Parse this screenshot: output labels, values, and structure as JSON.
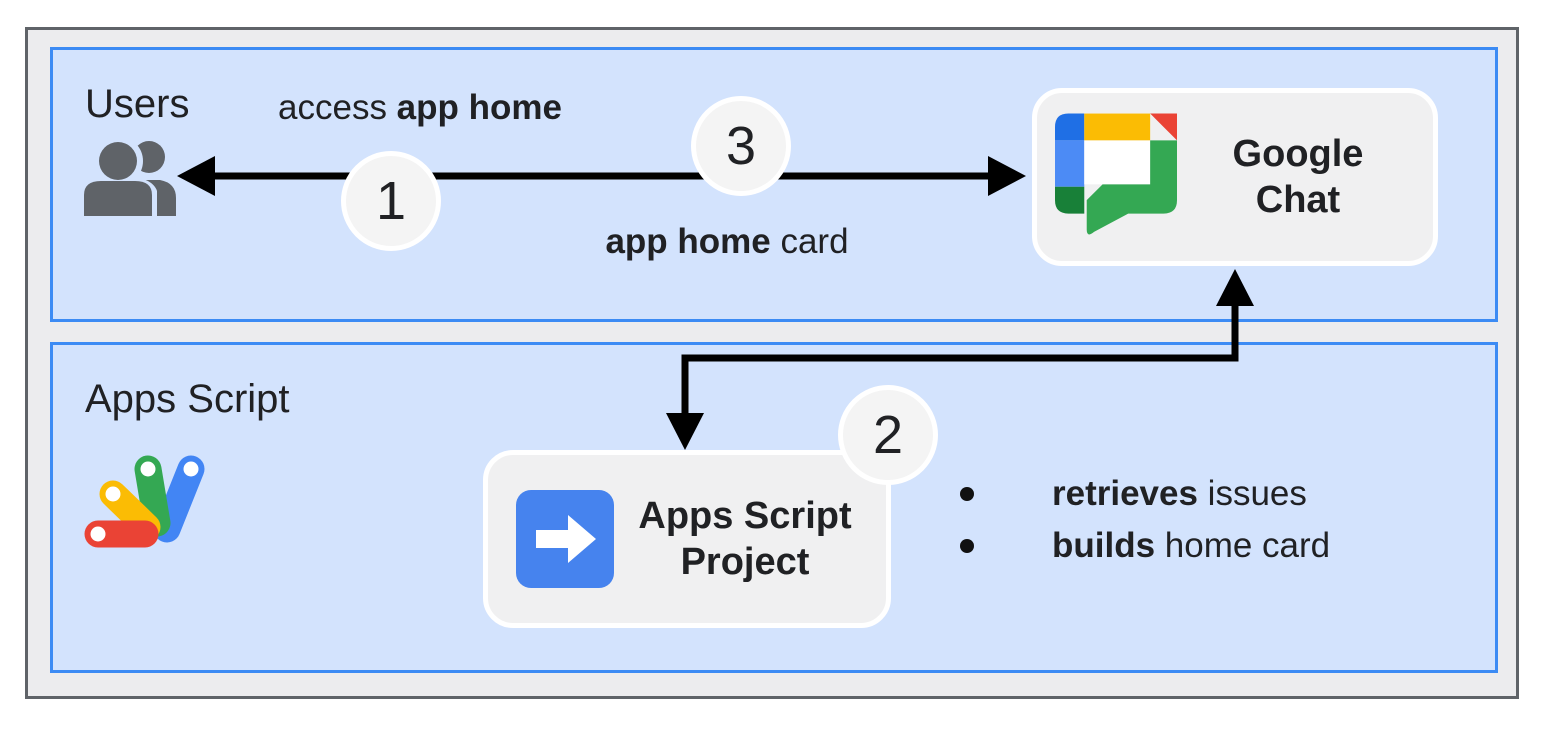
{
  "sections": {
    "users": {
      "label": "Users"
    },
    "apps_script": {
      "label": "Apps Script"
    }
  },
  "nodes": {
    "google_chat": {
      "line1": "Google",
      "line2": "Chat"
    },
    "project": {
      "line1": "Apps Script",
      "line2": "Project"
    }
  },
  "steps": {
    "s1": "1",
    "s2": "2",
    "s3": "3"
  },
  "edge_labels": {
    "access_prefix": "access ",
    "access_bold": "app home",
    "card_bold": "app home",
    "card_suffix": " card"
  },
  "bullets": [
    {
      "bold": "retrieves",
      "rest": " issues"
    },
    {
      "bold": "builds",
      "rest": " home card"
    }
  ],
  "icons": {
    "users": "users-icon",
    "apps_script_logo": "apps-script-logo",
    "google_chat_logo": "google-chat-logo",
    "project_arrow": "arrow-right-icon"
  },
  "colors": {
    "section_fill": "#d3e3fd",
    "section_border": "#3c8bf4",
    "canvas_fill": "#ececee",
    "canvas_border": "#5f6368",
    "node_fill": "#f0f0f1",
    "node_border": "#ffffff",
    "badge_fill": "#f4f4f4",
    "arrow_black": "#000000",
    "users_icon_gray": "#5f6368",
    "project_icon_blue": "#4683ee",
    "google_red": "#ea4335",
    "google_yellow": "#fbbc04",
    "google_green": "#34a853",
    "google_blue": "#4285f4",
    "chat_blue_dark": "#1f6fe5",
    "chat_blue_mid": "#4c8bf5",
    "chat_green_dark": "#188038"
  }
}
